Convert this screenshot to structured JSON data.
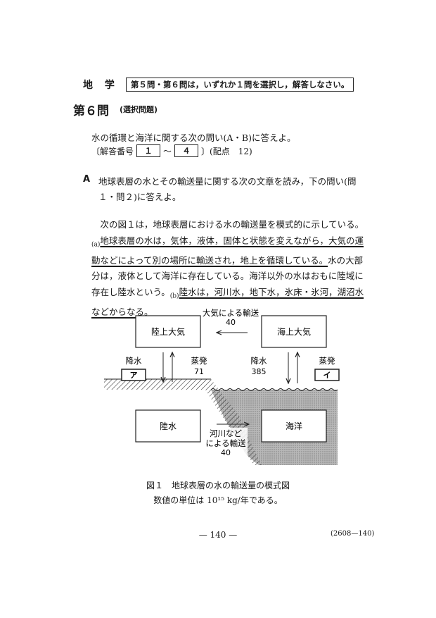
{
  "header": {
    "subject": "地 学",
    "note": "第５問・第６問は，いずれか１問を選択し，解答しなさい。"
  },
  "question": {
    "title": "第６問",
    "subtitle": "(選択問題)",
    "intro": "水の循環と海洋に関する次の問い(A・B)に答えよ。",
    "answer_prefix": "〔解答番号",
    "answer_from": "１",
    "answer_sep": "〜",
    "answer_to": "４",
    "answer_suffix": "〕(配点　12)"
  },
  "sectionA": {
    "label": "A",
    "text": "地球表層の水とその輸送量に関する次の文章を読み，下の問い(問１・問２)に答えよ。",
    "para_start": "次の図１は，地球表層における水の輸送量を模式的に示している。",
    "mark_a": "(a)",
    "underline_a": "地球表層の水は，気体，液体，固体と状態を変えながら，大気の運動などによって別の場所に輸送され，地上を循環している。",
    "para_mid": "水の大部分は，液体として海洋に存在している。海洋以外の水はおもに陸域に存在し陸水という。",
    "mark_b": "(b)",
    "underline_b": "陸水は，河川水，地下水，氷床・氷河，湖沼水などからなる。"
  },
  "figure": {
    "land_atm": "陸上大気",
    "sea_atm": "海上大気",
    "atm_transport_label": "大気による輸送",
    "atm_transport_value": "40",
    "land_precip_label": "降水",
    "land_precip_box": "ア",
    "land_evap_label": "蒸発",
    "land_evap_value": "71",
    "sea_precip_label": "降水",
    "sea_precip_value": "385",
    "sea_evap_label": "蒸発",
    "sea_evap_box": "イ",
    "land_water": "陸水",
    "ocean": "海洋",
    "river_line1": "河川など",
    "river_line2": "による輸送",
    "river_value": "40",
    "caption": "図１　地球表層の水の輸送量の模式図",
    "unit_note": "数値の単位は 10¹⁵ kg/年である。"
  },
  "footer": {
    "page_number": "— 140 —",
    "code": "(2608—140)"
  }
}
